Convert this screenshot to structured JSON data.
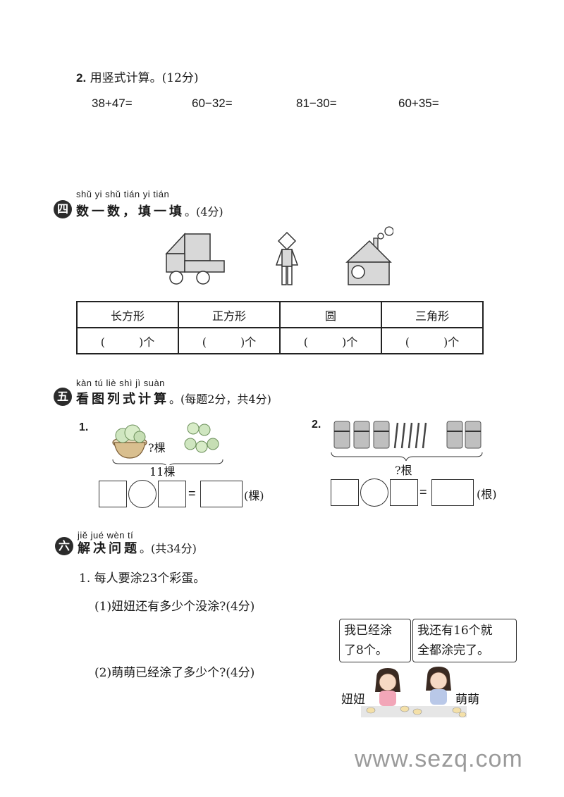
{
  "q2": {
    "num": "2.",
    "text": "用竖式计算。(12分)",
    "exprs": [
      "38+47=",
      "60−32=",
      "81−30=",
      "60+35="
    ]
  },
  "sec4": {
    "badge": "四",
    "pinyin": "shǔ yi shǔ   tián yi tián",
    "title": "数一数，填一填",
    "score": "。(4分)",
    "headers": [
      "长方形",
      "正方形",
      "圆",
      "三角形"
    ],
    "cells": [
      "(　　　)个",
      "(　　　)个",
      "(　　　)个",
      "(　　　)个"
    ]
  },
  "sec5": {
    "badge": "五",
    "pinyin": "kàn tú liè shì jì suàn",
    "title": "看图列式计算",
    "score": "。(每题2分，共4分)",
    "p1": {
      "num": "1.",
      "question": "?棵",
      "total": "11棵",
      "eq": "=",
      "unit": "(棵)"
    },
    "p2": {
      "num": "2.",
      "question": "?根",
      "eq": "=",
      "unit": "(根)"
    }
  },
  "sec6": {
    "badge": "六",
    "pinyin": "jiě jué wèn tí",
    "title": "解决问题",
    "score": "。(共34分)",
    "p1": "1. 每人要涂23个彩蛋。",
    "sub1": "(1)妞妞还有多少个没涂?(4分)",
    "sub2": "(2)萌萌已经涂了多少个?(4分)",
    "bubble1_l1": "我已经涂",
    "bubble1_l2": "了8个。",
    "bubble2_l1": "我还有16个就",
    "bubble2_l2": "全都涂完了。",
    "name1": "妞妞",
    "name2": "萌萌"
  },
  "watermark": "www.sezq.com"
}
